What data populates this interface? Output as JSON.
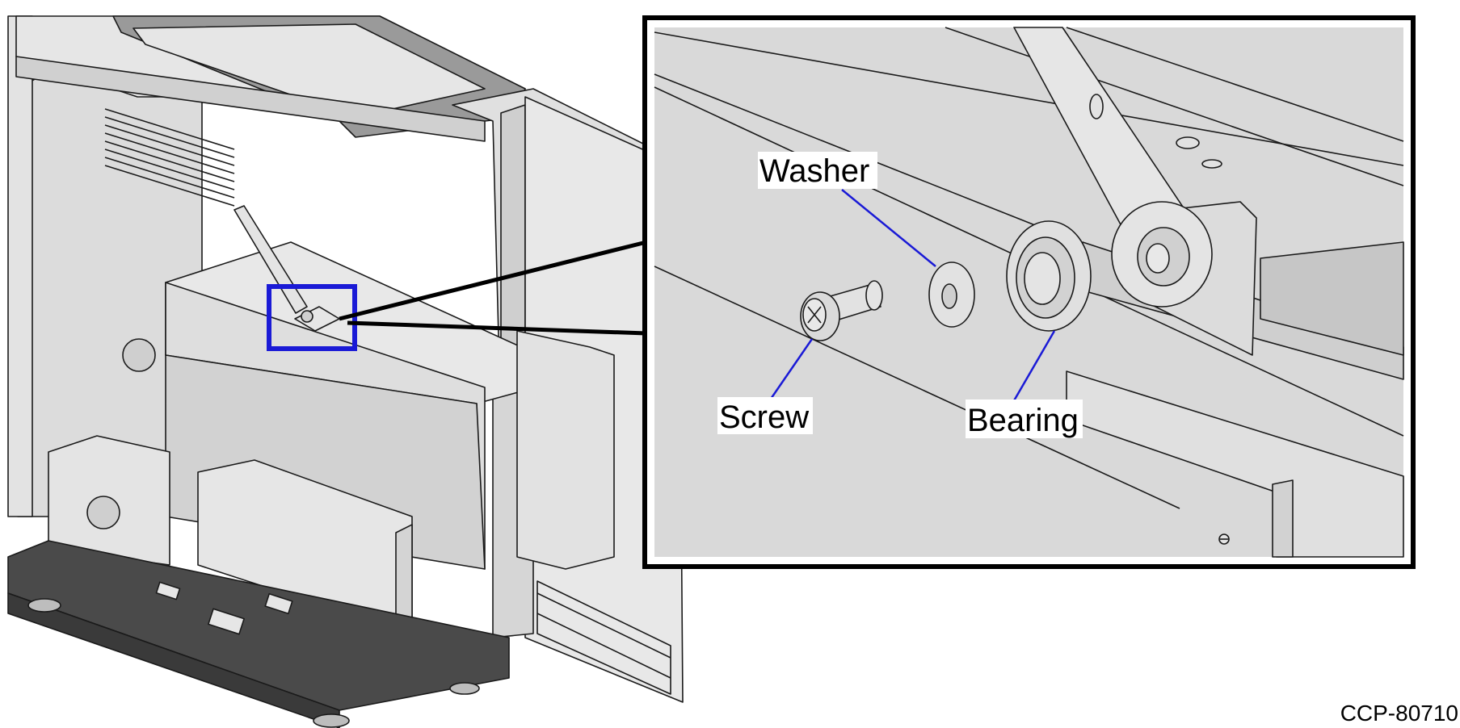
{
  "figure": {
    "id_label": "CCP-80710"
  },
  "callouts": {
    "washer": "Washer",
    "screw": "Screw",
    "bearing": "Bearing"
  },
  "colors": {
    "panel": "#d9d9d9",
    "panel_light": "#e8e8e8",
    "panel_dark": "#bdbdbd",
    "base_dark": "#4a4a4a",
    "highlight_box": "#1a1ad6",
    "leader_line": "#1a1ad6",
    "outline": "#000000"
  }
}
